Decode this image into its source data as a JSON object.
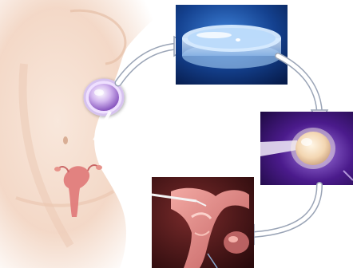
{
  "diagram": {
    "stages": [
      {
        "id": "egg-retrieval",
        "icon": "ovum-icon"
      },
      {
        "id": "culture-dish",
        "icon": "petri-dish-icon"
      },
      {
        "id": "injection",
        "icon": "micropipette-icon"
      },
      {
        "id": "transfer",
        "icon": "uterus-icon"
      }
    ],
    "colors": {
      "skin": "#f3d8c6",
      "skin_shadow": "#e4bda6",
      "petri_bg": "#0e2d6b",
      "petri_glow": "#3c7fd6",
      "injection_bg": "#3b1470",
      "injection_glow": "#8a58d4",
      "uterus_bg": "#3a0f12",
      "uterus_pink": "#d87b7a",
      "arrow": "#ffffff",
      "arrow_outline": "#9aa4b6"
    }
  }
}
